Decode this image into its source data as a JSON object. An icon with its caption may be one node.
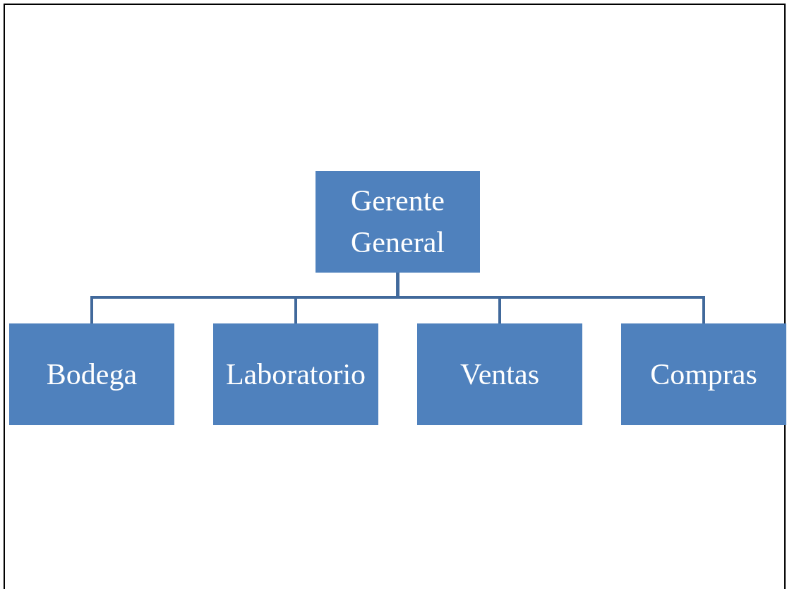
{
  "diagram": {
    "nodes": [
      {
        "text": [
          "Gerente General"
        ]
      },
      {
        "text": [
          "Bodega"
        ]
      },
      {
        "text": [
          "Laboratorio"
        ]
      },
      {
        "text": [
          "Ventas"
        ]
      },
      {
        "text": [
          "Compras"
        ]
      }
    ],
    "edges": [
      {
        "from": 0,
        "to": 1,
        "arrow": "none"
      },
      {
        "from": 0,
        "to": 2,
        "arrow": "none"
      },
      {
        "from": 0,
        "to": 3,
        "arrow": "none"
      },
      {
        "from": 0,
        "to": 4,
        "arrow": "none"
      }
    ]
  }
}
